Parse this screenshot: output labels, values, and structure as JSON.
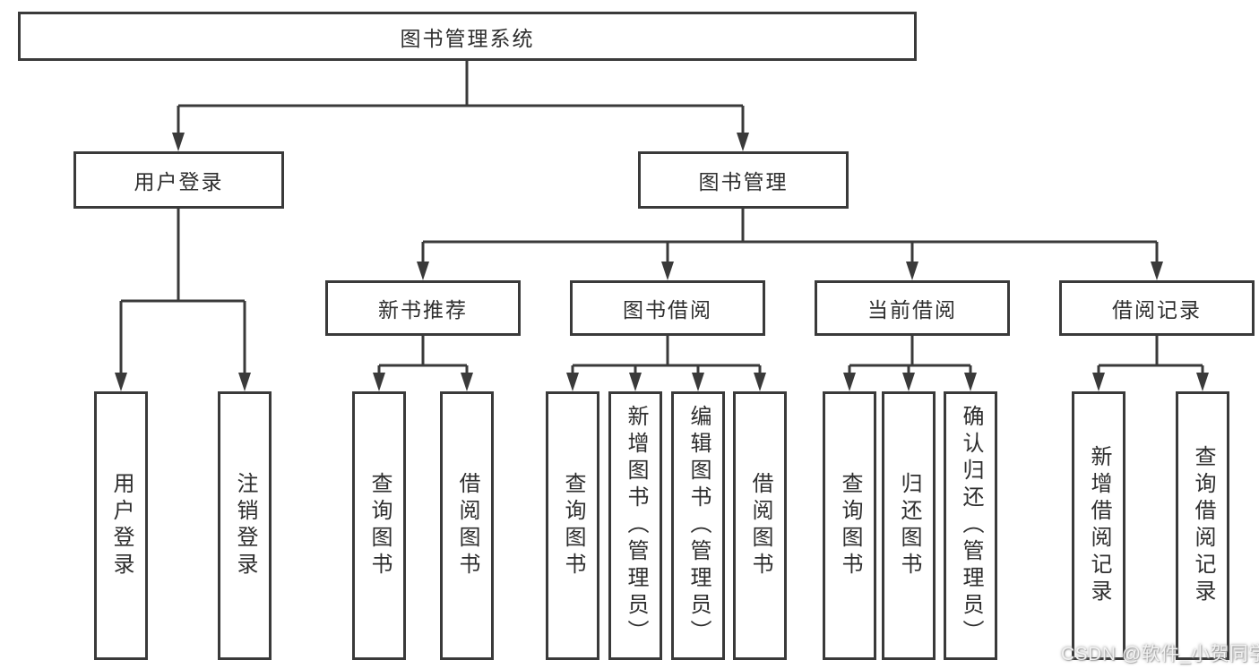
{
  "diagram": {
    "root": "图书管理系统",
    "level2": [
      "用户登录",
      "图书管理"
    ],
    "level3": [
      "新书推荐",
      "图书借阅",
      "当前借阅",
      "借阅记录"
    ],
    "leaf_groups": [
      {
        "parent": "用户登录",
        "items": [
          "用户登录",
          "注销登录"
        ]
      },
      {
        "parent": "新书推荐",
        "items": [
          "查询图书",
          "借阅图书"
        ]
      },
      {
        "parent": "图书借阅",
        "items": [
          "查询图书",
          "新增图书（管理员）",
          "编辑图书（管理员）",
          "借阅图书"
        ]
      },
      {
        "parent": "当前借阅",
        "items": [
          "查询图书",
          "归还图书",
          "确认归还（管理员）"
        ]
      },
      {
        "parent": "借阅记录",
        "items": [
          "新增借阅记录",
          "查询借阅记录"
        ]
      }
    ]
  },
  "watermark": "CSDN @软件_小贺同学",
  "colors": {
    "line": "#3a3a3a",
    "text": "#2e2e2e",
    "background": "#ffffff",
    "watermark": "#f2f2f2"
  }
}
